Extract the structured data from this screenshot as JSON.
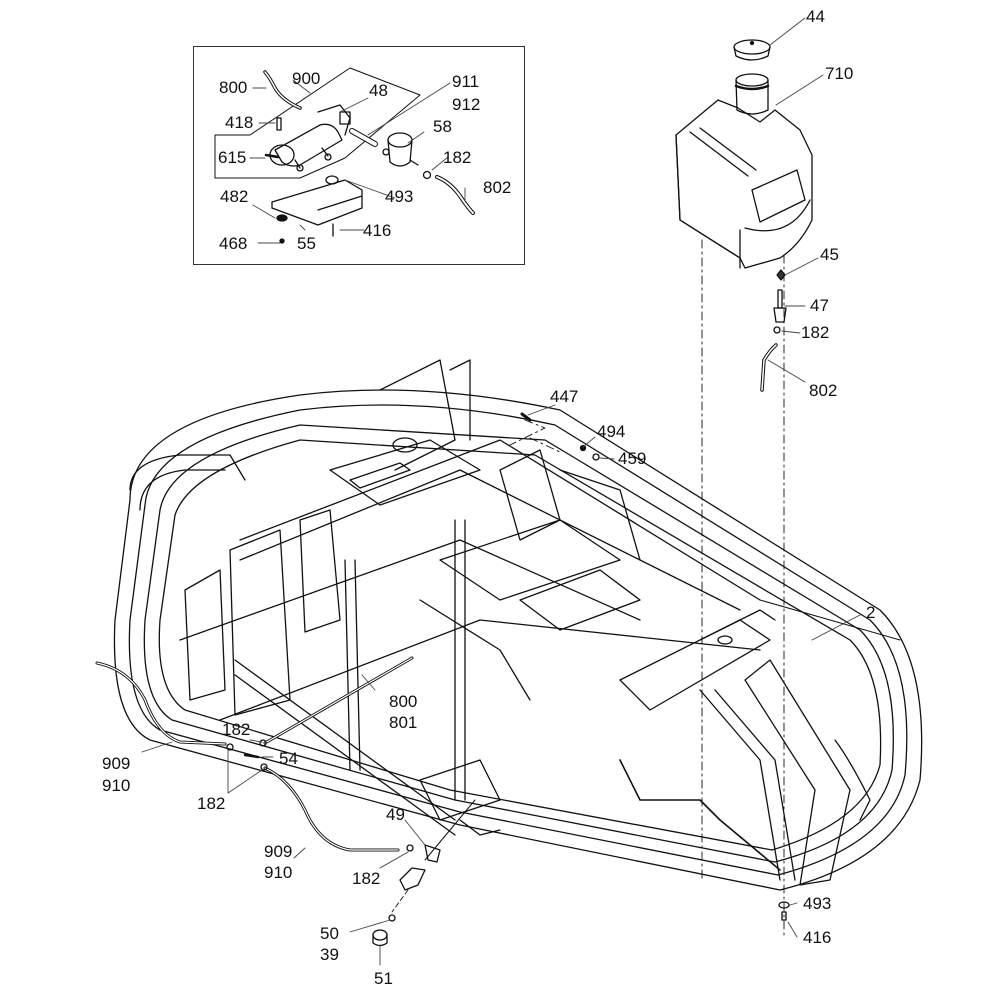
{
  "diagram": {
    "title": "Fuel system exploded parts view",
    "inset_box": {
      "labels": {
        "l800": "800",
        "l900": "900",
        "l48": "48",
        "l911": "911",
        "l912": "912",
        "l418": "418",
        "l58": "58",
        "l615": "615",
        "l182": "182",
        "l482": "482",
        "l493": "493",
        "l802": "802",
        "l416": "416",
        "l468": "468",
        "l55": "55"
      }
    },
    "tank": {
      "labels": {
        "l44": "44",
        "l710": "710",
        "l45": "45",
        "l47": "47",
        "l182": "182",
        "l802": "802"
      }
    },
    "frame": {
      "labels": {
        "l447": "447",
        "l494": "494",
        "l459": "459",
        "l2": "2",
        "l800": "800",
        "l801": "801",
        "l182a": "182",
        "l54": "54",
        "l909a": "909",
        "l910a": "910",
        "l182b": "182",
        "l909b": "909",
        "l910b": "910",
        "l49": "49",
        "l182c": "182",
        "l50": "50",
        "l39": "39",
        "l51": "51",
        "l493": "493",
        "l416": "416"
      }
    }
  }
}
